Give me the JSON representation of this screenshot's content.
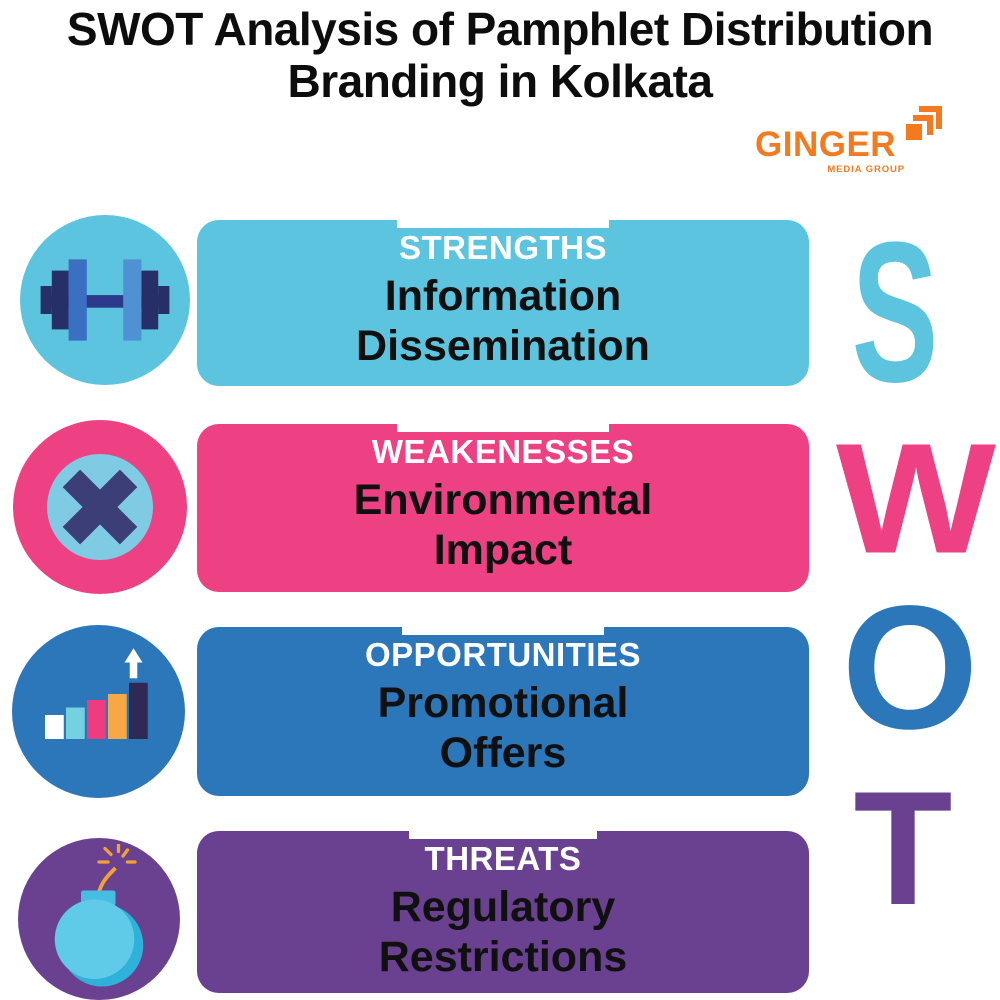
{
  "title": {
    "line1": "SWOT Analysis of Pamphlet Distribution",
    "line2": "Branding in Kolkata"
  },
  "logo": {
    "name": "GINGER",
    "tagline": "MEDIA GROUP",
    "icon": "layered-pages-icon",
    "color": "#f47a20"
  },
  "rows": [
    {
      "header": "STRENGTHS",
      "line1": "Information",
      "line2": "Dissemination",
      "icon": "dumbbell-icon",
      "color": "#5cc4df"
    },
    {
      "header": "WEAKENESSES",
      "line1": "Environmental",
      "line2": "Impact",
      "icon": "cross-icon",
      "color": "#ee4183"
    },
    {
      "header": "OPPORTUNITIES",
      "line1": "Promotional",
      "line2": "Offers",
      "icon": "bar-chart-icon",
      "color": "#2b77b9"
    },
    {
      "header": "THREATS",
      "line1": "Regulatory",
      "line2": "Restrictions",
      "icon": "bomb-icon",
      "color": "#6a4190"
    }
  ],
  "letters": {
    "s": "S",
    "w": "W",
    "o": "O",
    "t": "T"
  },
  "palette": {
    "strengths_cyan": "#5cc4df",
    "weaknesses_pink": "#ee4183",
    "opportunities_blue": "#2b77b9",
    "threats_purple": "#6a4190",
    "logo_orange": "#f47a20",
    "icon_navy": "#2b3a8a",
    "text_black": "#101010",
    "white": "#ffffff"
  }
}
